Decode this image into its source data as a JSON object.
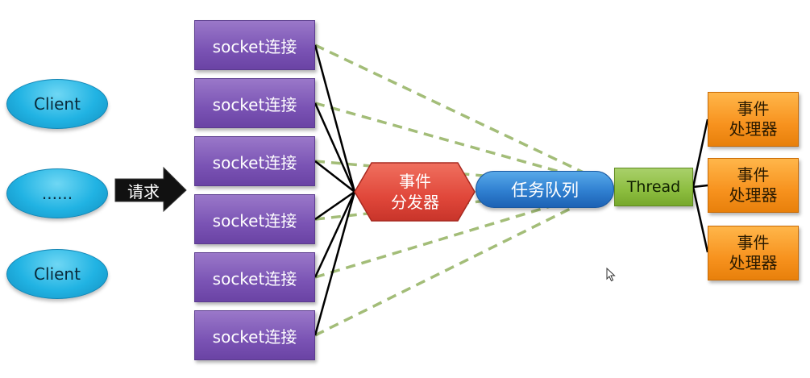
{
  "clients": [
    "Client",
    "......",
    "Client"
  ],
  "request_label": "请求",
  "sockets": [
    "socket连接",
    "socket连接",
    "socket连接",
    "socket连接",
    "socket连接",
    "socket连接"
  ],
  "dispatcher": "事件\n分发器",
  "queue": "任务队列",
  "thread": "Thread",
  "handlers": [
    "事件\n处理器",
    "事件\n处理器",
    "事件\n处理器"
  ],
  "colors": {
    "client": "#21b3e3",
    "socket": "#7a53b4",
    "dispatcher": "#e0473a",
    "queue": "#2f7fd0",
    "thread": "#8cbd3f",
    "handler": "#f7921e",
    "dashed_link": "#a3bd78",
    "solid_link": "#000000"
  }
}
